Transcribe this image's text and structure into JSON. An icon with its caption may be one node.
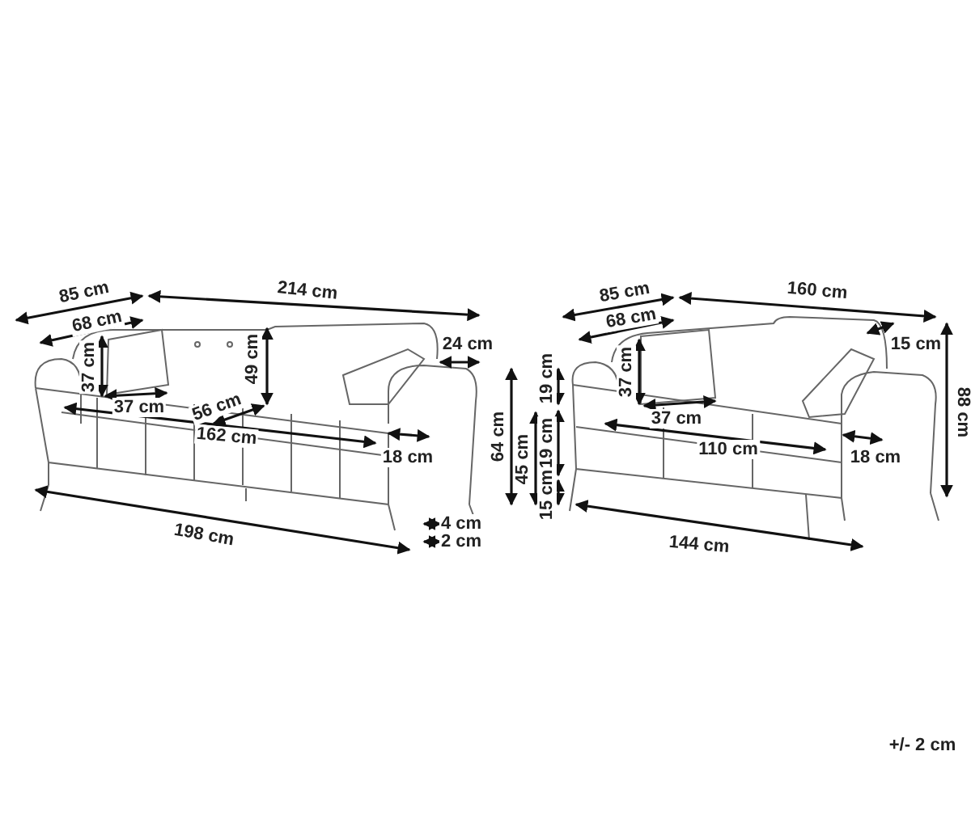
{
  "diagram": {
    "labels": [
      "85 cm",
      "214 cm",
      "68 cm",
      "24 cm",
      "37 cm",
      "49 cm",
      "37 cm",
      "56 cm",
      "162 cm",
      "18 cm",
      "198 cm",
      "4 cm",
      "2 cm",
      "85 cm",
      "160 cm",
      "68 cm",
      "15 cm",
      "88 cm",
      "37 cm",
      "64 cm",
      "45 cm",
      "19 cm",
      "19 cm",
      "15 cm",
      "37 cm",
      "110 cm",
      "18 cm",
      "144 cm",
      "+/- 2 cm"
    ]
  }
}
